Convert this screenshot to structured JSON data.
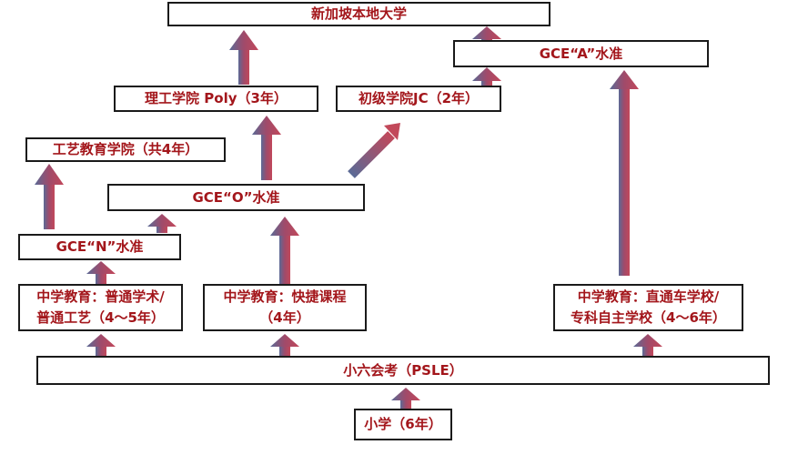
{
  "colors": {
    "text": "#a3161b",
    "border": "#1a1a1a",
    "arrow_red": "#c2485a",
    "arrow_blue": "#5a6a96"
  },
  "nodes": {
    "local_university": "新加坡本地大学",
    "gce_a_level": "GCE“A”水准",
    "polytechnic": "理工学院 Poly（3年）",
    "junior_college": "初级学院JC（2年）",
    "ite": "工艺教育学院（共4年）",
    "gce_o_level": "GCE“O”水准",
    "gce_n_level": "GCE“N”水准",
    "normal_stream": [
      "中学教育：普通学术/",
      "普通工艺（4～5年）"
    ],
    "express_stream": [
      "中学教育：快捷课程",
      "（4年）"
    ],
    "ip_stream": [
      "中学教育：直通车学校/",
      "专科自主学校（4～6年）"
    ],
    "psle": "小六会考（PSLE）",
    "primary": "小学（6年）"
  }
}
